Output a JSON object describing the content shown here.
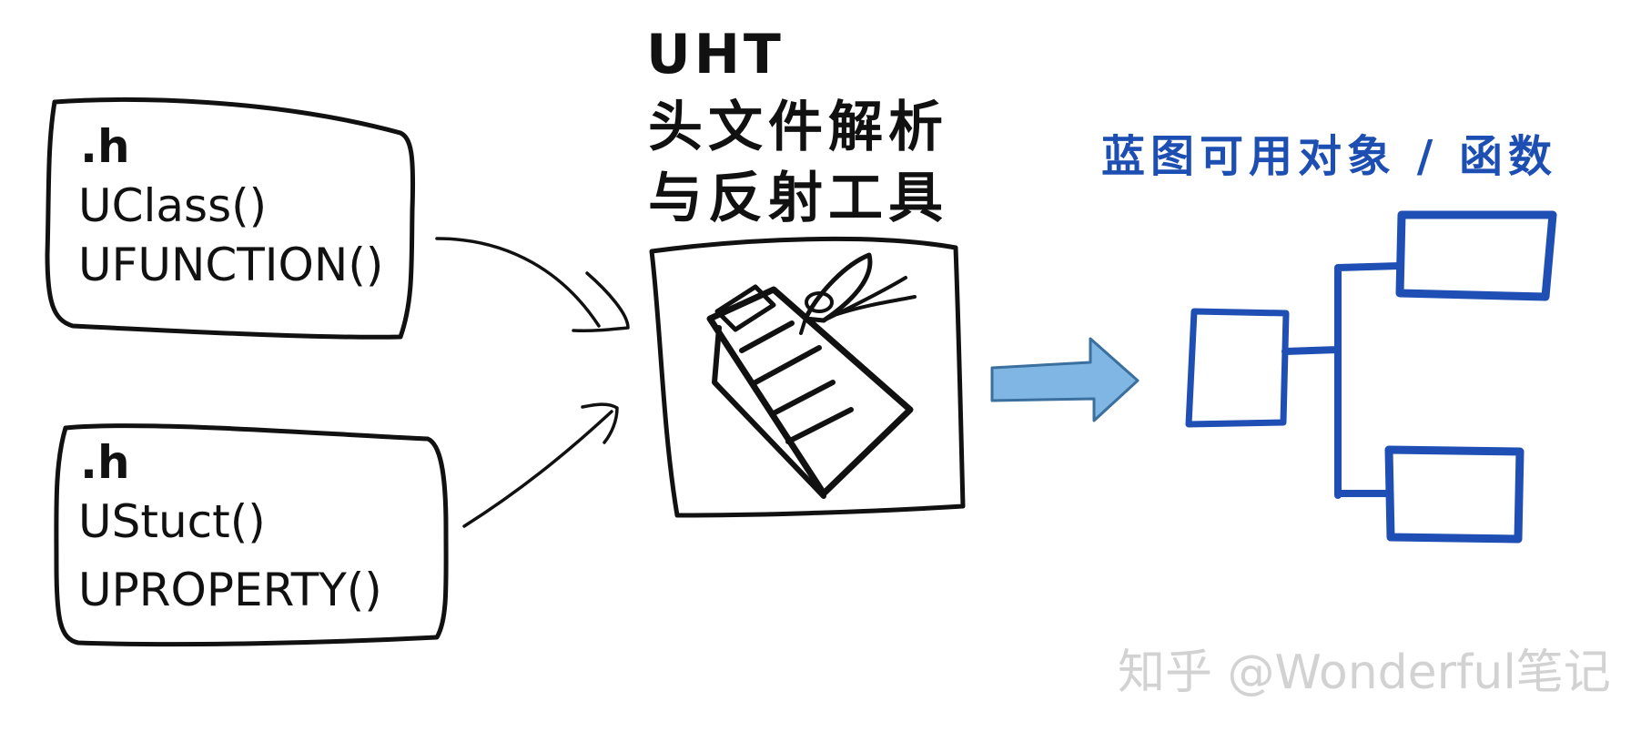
{
  "source_boxes": [
    {
      "lines": [
        ".h",
        "UClass()",
        "UFUNCTION()"
      ]
    },
    {
      "lines": [
        ".h",
        "UStuct()",
        "UPROPERTY()"
      ]
    }
  ],
  "tool": {
    "lines": [
      "UHT",
      "头文件解析",
      "与反射工具"
    ],
    "icon": "document-pen-icon"
  },
  "output": {
    "title": "蓝图可用对象 / 函数",
    "icon": "tree-diagram-icon",
    "color": "#1f4fb5"
  },
  "arrow": {
    "icon": "right-arrow-icon",
    "color": "#7fb6e3"
  },
  "watermark": "知乎 @Wonderful笔记"
}
